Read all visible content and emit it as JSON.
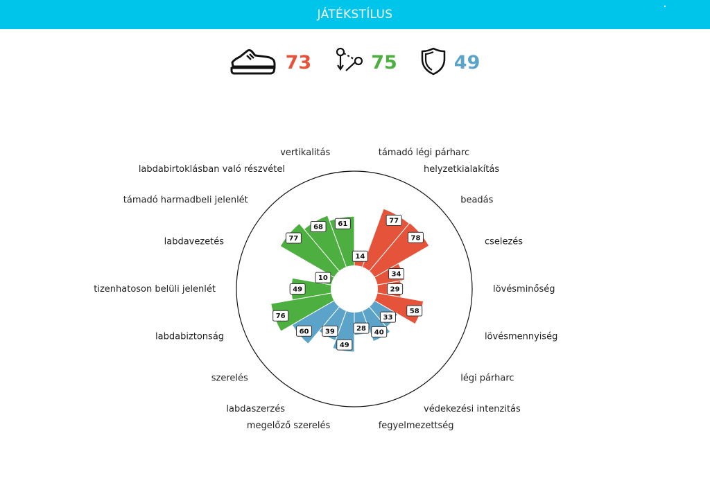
{
  "header": {
    "title": "JÁTÉKSTÍLUS"
  },
  "scores": [
    {
      "icon": "shoe-icon",
      "value": "73",
      "color": "#e5543a"
    },
    {
      "icon": "pass-network-icon",
      "value": "75",
      "color": "#4caf3f"
    },
    {
      "icon": "shield-icon",
      "value": "49",
      "color": "#5ba3c9"
    }
  ],
  "chart_data": {
    "type": "polar-bar",
    "rmax": 100,
    "grid": false,
    "categories": [
      {
        "label": "támadó légi párharc",
        "value": 14,
        "group": "attack"
      },
      {
        "label": "helyzetkialakítás",
        "value": 77,
        "group": "attack"
      },
      {
        "label": "beadás",
        "value": 78,
        "group": "attack"
      },
      {
        "label": "cselezés",
        "value": 34,
        "group": "attack"
      },
      {
        "label": "lövésminőség",
        "value": 29,
        "group": "attack"
      },
      {
        "label": "lövésmennyiség",
        "value": 58,
        "group": "attack"
      },
      {
        "label": "légi párharc",
        "value": 33,
        "group": "defense"
      },
      {
        "label": "védekezési intenzitás",
        "value": 40,
        "group": "defense"
      },
      {
        "label": "fegyelmezettség",
        "value": 28,
        "group": "defense"
      },
      {
        "label": "megelőző szerelés",
        "value": 49,
        "group": "defense"
      },
      {
        "label": "labdaszerzés",
        "value": 39,
        "group": "defense"
      },
      {
        "label": "szerelés",
        "value": 60,
        "group": "defense"
      },
      {
        "label": "labdabiztonság",
        "value": 76,
        "group": "possession"
      },
      {
        "label": "tizenhatoson belüli jelenlét",
        "value": 49,
        "group": "possession"
      },
      {
        "label": "labdavezetés",
        "value": 10,
        "group": "possession"
      },
      {
        "label": "támadó harmadbeli jelenlét",
        "value": 77,
        "group": "possession"
      },
      {
        "label": "labdabirtoklásban való részvétel",
        "value": 68,
        "group": "possession"
      },
      {
        "label": "vertikalitás",
        "value": 61,
        "group": "possession"
      }
    ],
    "group_colors": {
      "attack": "#e5543a",
      "defense": "#5ba3c9",
      "possession": "#4caf3f"
    }
  }
}
